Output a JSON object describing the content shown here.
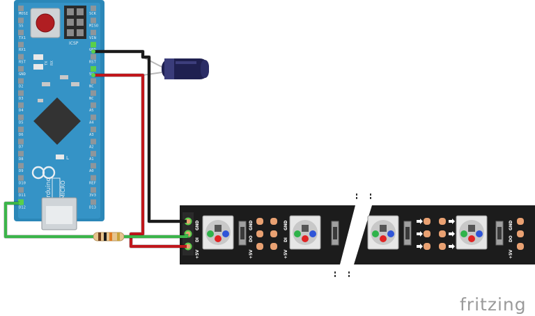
{
  "board": {
    "icsp_label": "ICSP",
    "tx_label": "TX",
    "rx_label": "RX",
    "l_label": "L",
    "brand": "Arduino",
    "model": "MICRO",
    "left_pins": [
      "MOSI",
      "SS",
      "TX1",
      "RX1",
      "RST",
      "GND",
      "D2",
      "D3",
      "D4",
      "D5",
      "D6",
      "D7",
      "D8",
      "D9",
      "D10",
      "D11",
      "D12"
    ],
    "right_pins": [
      "SCK",
      "MISO",
      "VIN",
      "GND",
      "RST",
      "5V",
      "NC",
      "NC",
      "A5",
      "A4",
      "A3",
      "A2",
      "A1",
      "A0",
      "REF",
      "3V3",
      "D13"
    ]
  },
  "strip": {
    "input_labels": [
      "GND",
      "DI",
      "+5V"
    ],
    "pad_labels": [
      "GND",
      "DO",
      "+5V"
    ],
    "pad_labels_next": [
      "GND",
      "DI",
      "+5V"
    ]
  },
  "wires": {
    "gnd_color": "#1a1a1a",
    "vcc_color": "#c0171c",
    "data_color": "#3bb54a"
  },
  "footer": {
    "logo_text": "fritzing"
  }
}
